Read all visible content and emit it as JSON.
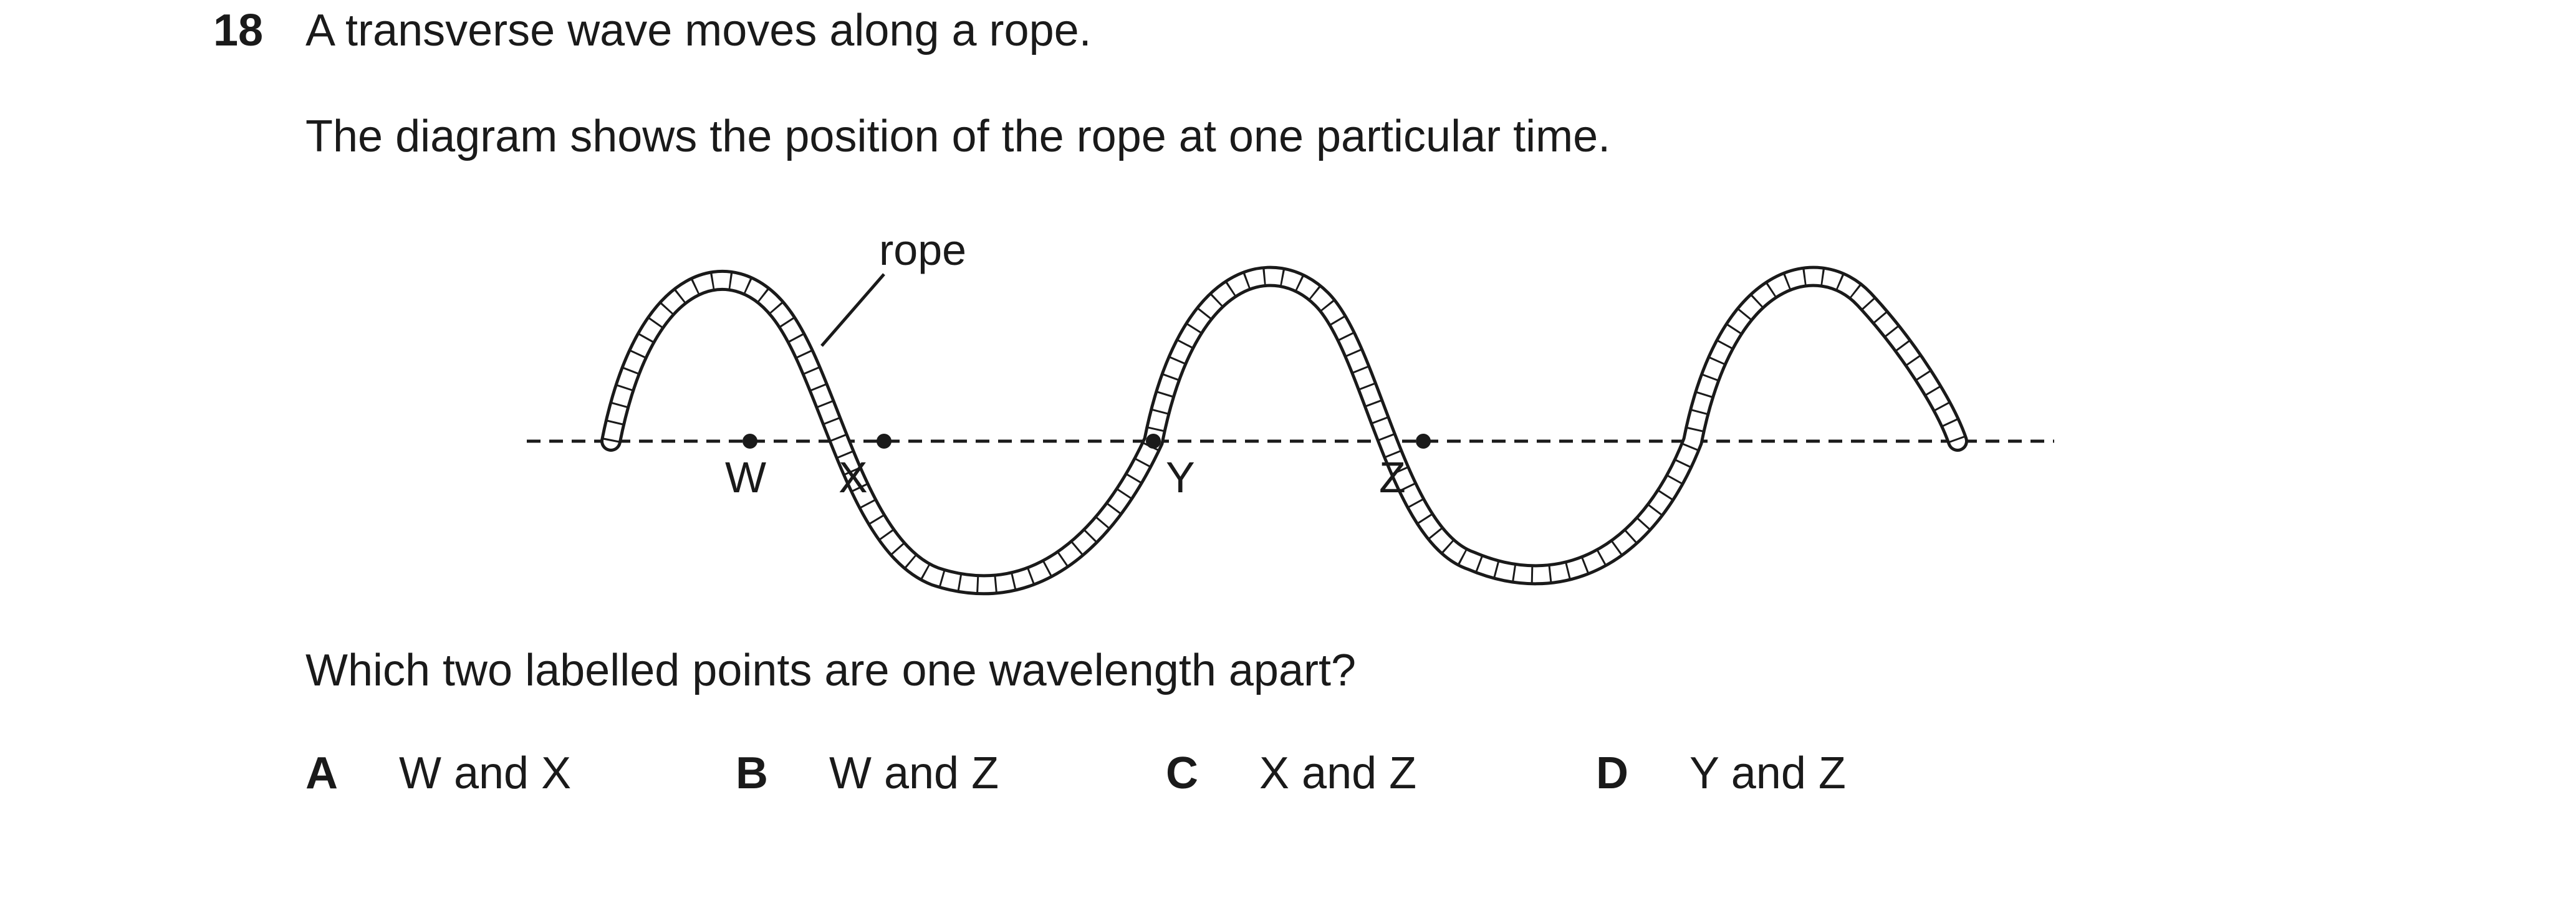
{
  "question": {
    "number": "18",
    "intro": "A transverse wave moves along a rope.",
    "description": "The diagram shows the position of the rope at one particular time.",
    "prompt": "Which two labelled points are one wavelength apart?"
  },
  "diagram": {
    "rope_label": "rope",
    "points": [
      "W",
      "X",
      "Y",
      "Z"
    ]
  },
  "options": [
    {
      "letter": "A",
      "text": "W and X"
    },
    {
      "letter": "B",
      "text": "W and Z"
    },
    {
      "letter": "C",
      "text": "X and Z"
    },
    {
      "letter": "D",
      "text": "Y and Z"
    }
  ]
}
